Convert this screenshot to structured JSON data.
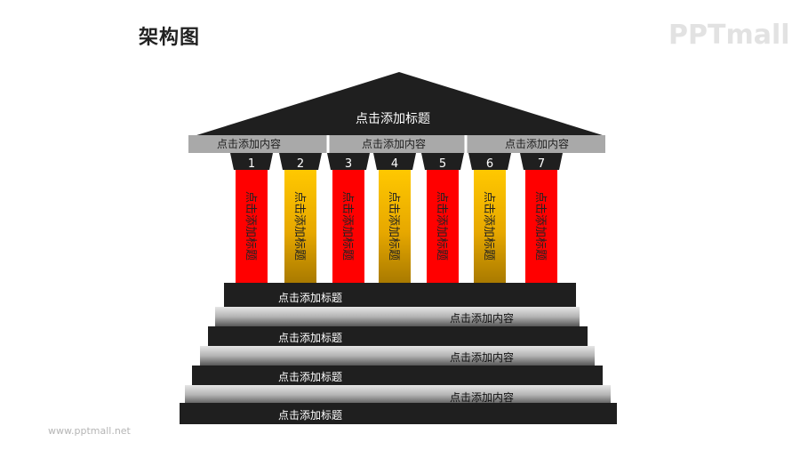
{
  "page": {
    "title": "架构图",
    "logo": "PPTmall",
    "footer_url": "www.pptmall.net"
  },
  "roof": {
    "title": "点击添加标题"
  },
  "beam": {
    "items": [
      "点击添加内容",
      "点击添加内容",
      "点击添加内容"
    ]
  },
  "columns": [
    {
      "number": "1",
      "label": "点击添加标题",
      "color": "red"
    },
    {
      "number": "2",
      "label": "点击添加标题",
      "color": "gold"
    },
    {
      "number": "3",
      "label": "点击添加标题",
      "color": "red"
    },
    {
      "number": "4",
      "label": "点击添加标题",
      "color": "gold"
    },
    {
      "number": "5",
      "label": "点击添加标题",
      "color": "red"
    },
    {
      "number": "6",
      "label": "点击添加标题",
      "color": "gold"
    },
    {
      "number": "7",
      "label": "点击添加标题",
      "color": "red"
    }
  ],
  "steps": [
    {
      "text": "点击添加标题",
      "tone": "dark"
    },
    {
      "text": "点击添加内容",
      "tone": "gray"
    },
    {
      "text": "点击添加标题",
      "tone": "dark"
    },
    {
      "text": "点击添加内容",
      "tone": "gray"
    },
    {
      "text": "点击添加标题",
      "tone": "dark"
    },
    {
      "text": "点击添加内容",
      "tone": "gray"
    },
    {
      "text": "点击添加标题",
      "tone": "dark"
    }
  ],
  "colors": {
    "dark": "#1f1f1f",
    "gray_top": "#e4e4e4",
    "gray_bottom": "#5a5a5a",
    "red": "#ff0000",
    "gold_top": "#ffc400",
    "gold_bottom": "#b38600",
    "beam": "#a9a9a9"
  }
}
